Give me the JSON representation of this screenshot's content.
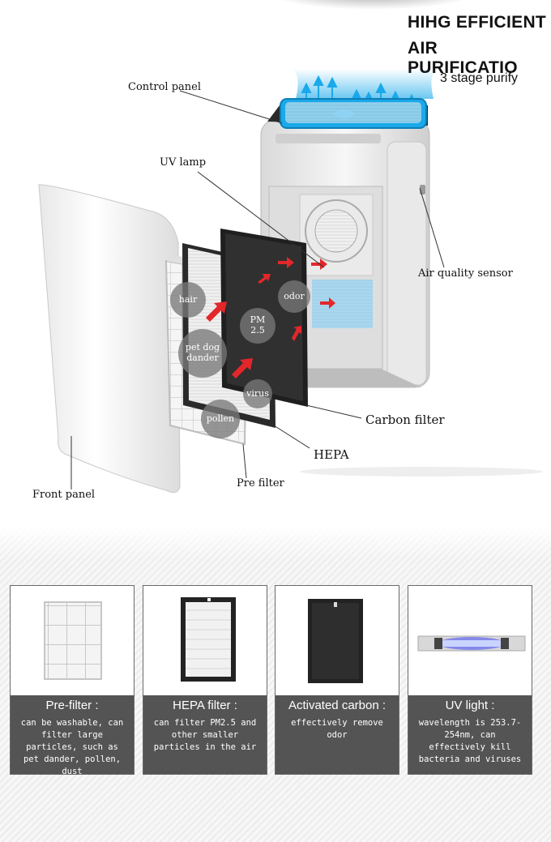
{
  "header": {
    "title_line1": "HIHG EFFICIENT",
    "title_line2": "AIR PURIFICATIO",
    "subtitle": "3 stage purify"
  },
  "diagram": {
    "labels": {
      "control_panel": "Control panel",
      "uv_lamp": "UV lamp",
      "air_quality_sensor": "Air quality sensor",
      "carbon_filter": "Carbon filter",
      "hepa": "HEPA",
      "pre_filter": "Pre filter",
      "front_panel": "Front panel"
    },
    "badges": {
      "hair": "hair",
      "pet_dog_dander": "pet dog dander",
      "pet_dog_dander_l1": "pet dog",
      "pet_dog_dander_l2": "dander",
      "pollen": "pollen",
      "pm25_l1": "PM",
      "pm25_l2": "2.5",
      "virus": "virus",
      "odor": "odor"
    },
    "colors": {
      "arrow_red": "#e3272b",
      "blue_glow": "#1aa9ea",
      "panel_white": "#f4f4f4"
    }
  },
  "cards": [
    {
      "title": "Pre-filter :",
      "desc": "can be washable, can filter large particles, such as pet dander, pollen, dust"
    },
    {
      "title": "HEPA filter :",
      "desc": "can filter PM2.5 and other smaller particles in the air"
    },
    {
      "title": "Activated carbon :",
      "desc": "effectively remove odor"
    },
    {
      "title": "UV light :",
      "desc": "wavelength is 253.7-254nm, can effectively kill bacteria and viruses"
    }
  ]
}
